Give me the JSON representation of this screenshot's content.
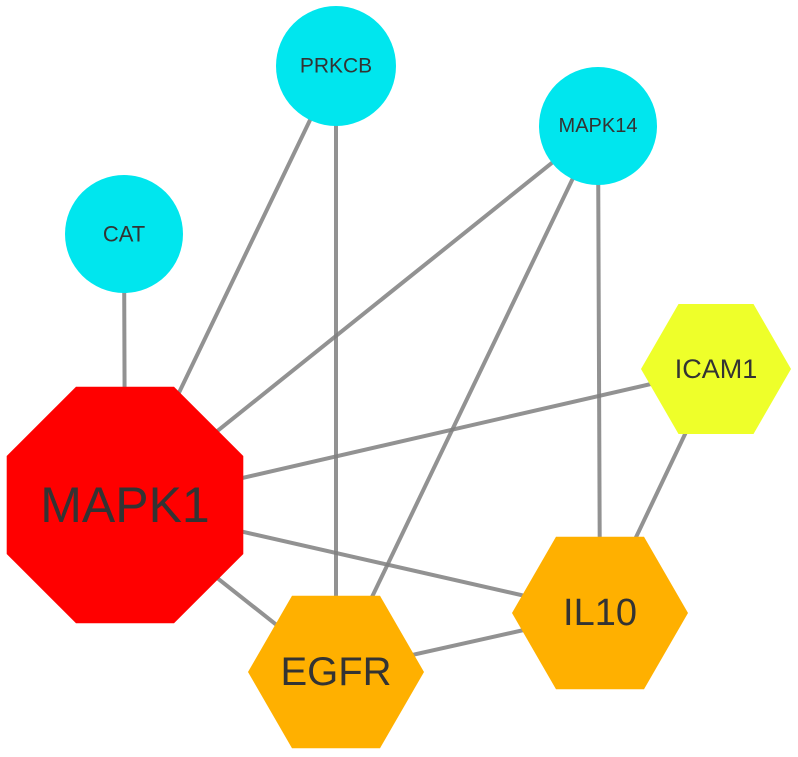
{
  "colors": {
    "background": "#ffffff",
    "edge": "#808080",
    "label": "#333333"
  },
  "nodes": [
    {
      "id": "MAPK1",
      "label": "MAPK1",
      "shape": "octagon",
      "color": "#ff0000"
    },
    {
      "id": "EGFR",
      "label": "EGFR",
      "shape": "hexagon",
      "color": "#ffb000"
    },
    {
      "id": "IL10",
      "label": "IL10",
      "shape": "hexagon",
      "color": "#ffb000"
    },
    {
      "id": "ICAM1",
      "label": "ICAM1",
      "shape": "hexagon",
      "color": "#eeff2a"
    },
    {
      "id": "CAT",
      "label": "CAT",
      "shape": "circle",
      "color": "#00e6ee"
    },
    {
      "id": "PRKCB",
      "label": "PRKCB",
      "shape": "circle",
      "color": "#00e6ee"
    },
    {
      "id": "MAPK14",
      "label": "MAPK14",
      "shape": "circle",
      "color": "#00e6ee"
    }
  ],
  "edges": [
    [
      "MAPK1",
      "CAT"
    ],
    [
      "MAPK1",
      "PRKCB"
    ],
    [
      "MAPK1",
      "MAPK14"
    ],
    [
      "MAPK1",
      "ICAM1"
    ],
    [
      "MAPK1",
      "IL10"
    ],
    [
      "MAPK1",
      "EGFR"
    ],
    [
      "EGFR",
      "PRKCB"
    ],
    [
      "EGFR",
      "MAPK14"
    ],
    [
      "EGFR",
      "IL10"
    ],
    [
      "IL10",
      "MAPK14"
    ],
    [
      "IL10",
      "ICAM1"
    ]
  ]
}
